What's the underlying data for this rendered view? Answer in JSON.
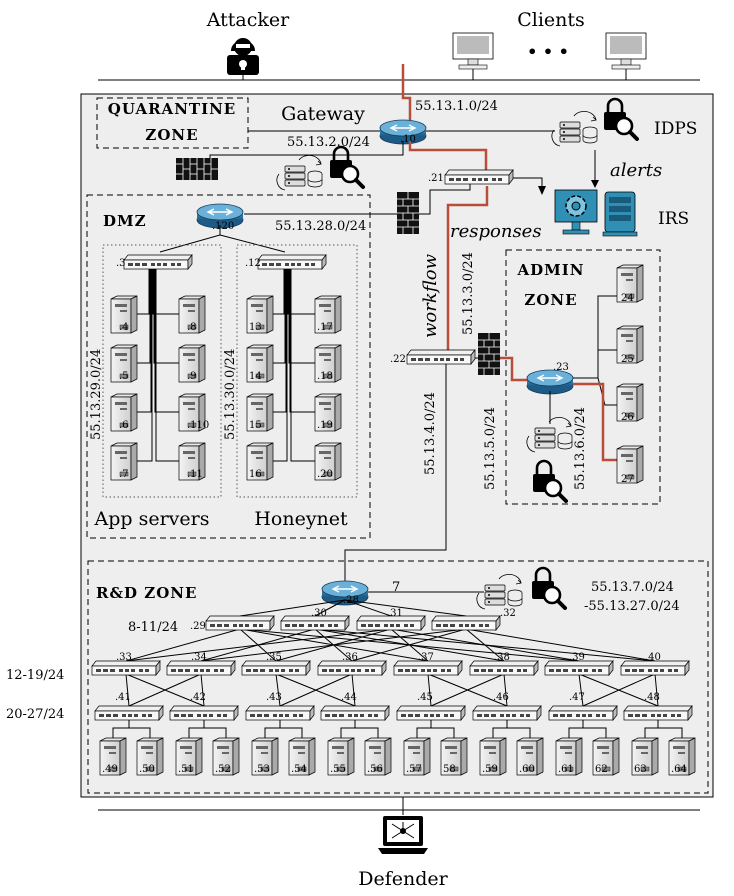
{
  "labels": {
    "attacker": "Attacker",
    "clients": "Clients",
    "clients_ellipsis": "• • •",
    "defender": "Defender",
    "gateway": "Gateway",
    "quarantine_l1": "QUARANTINE",
    "quarantine_l2": "ZONE",
    "dmz": "DMZ",
    "admin_l1": "ADMIN",
    "admin_l2": "ZONE",
    "rd_zone": "R&D ZONE",
    "app_servers": "App servers",
    "honeynet": "Honeynet",
    "idps": "IDPS",
    "irs": "IRS",
    "alerts": "alerts",
    "responses": "responses",
    "workflow": "workflow"
  },
  "subnets": {
    "s1": "55.13.1.0/24",
    "s2": "55.13.2.0/24",
    "s28": "55.13.28.0/24",
    "s3": "55.13.3.0/24",
    "s4": "55.13.4.0/24",
    "s5": "55.13.5.0/24",
    "s6": "55.13.6.0/24",
    "s29": "55.13.29.0/24",
    "s30": "55.13.30.0/24",
    "s7": "55.13.7.0/24",
    "s27": "-55.13.27.0/24",
    "r811": "8-11/24",
    "r1219": "12-19/24",
    "r2027": "20-27/24",
    "rd_link": "7"
  },
  "node_ids": {
    "gateway": ".10",
    "dmz_router": ".120",
    "sw21": ".21",
    "sw22": ".22",
    "admin_router": ".23",
    "rd_router": ".28",
    "dmz_sw3": ".3",
    "dmz_sw12": ".12",
    "app": [
      ".4",
      ".8",
      ".5",
      ".9",
      ".6",
      ".110",
      ".7",
      ".11"
    ],
    "honey": [
      "13",
      ".17",
      "14",
      ".18",
      "15",
      ".19",
      "16",
      ".20"
    ],
    "admin": [
      "24",
      "25",
      "26",
      "27"
    ],
    "rd_l1": [
      ".29",
      ".30",
      ".31",
      ".32"
    ],
    "rd_l2": [
      ".33",
      ".34",
      ".35",
      ".36",
      ".37",
      ".38",
      ".39",
      ".40"
    ],
    "rd_l3": [
      ".41",
      ".42",
      ".43",
      ".44",
      ".45",
      ".46",
      ".47",
      ".48"
    ],
    "rd_servers": [
      ".49",
      ".50",
      ".51",
      ".52",
      ".53",
      ".54",
      ".55",
      ".56",
      ".57",
      "58",
      ".59",
      ".60",
      ".61",
      "62",
      "63",
      ".64"
    ]
  }
}
